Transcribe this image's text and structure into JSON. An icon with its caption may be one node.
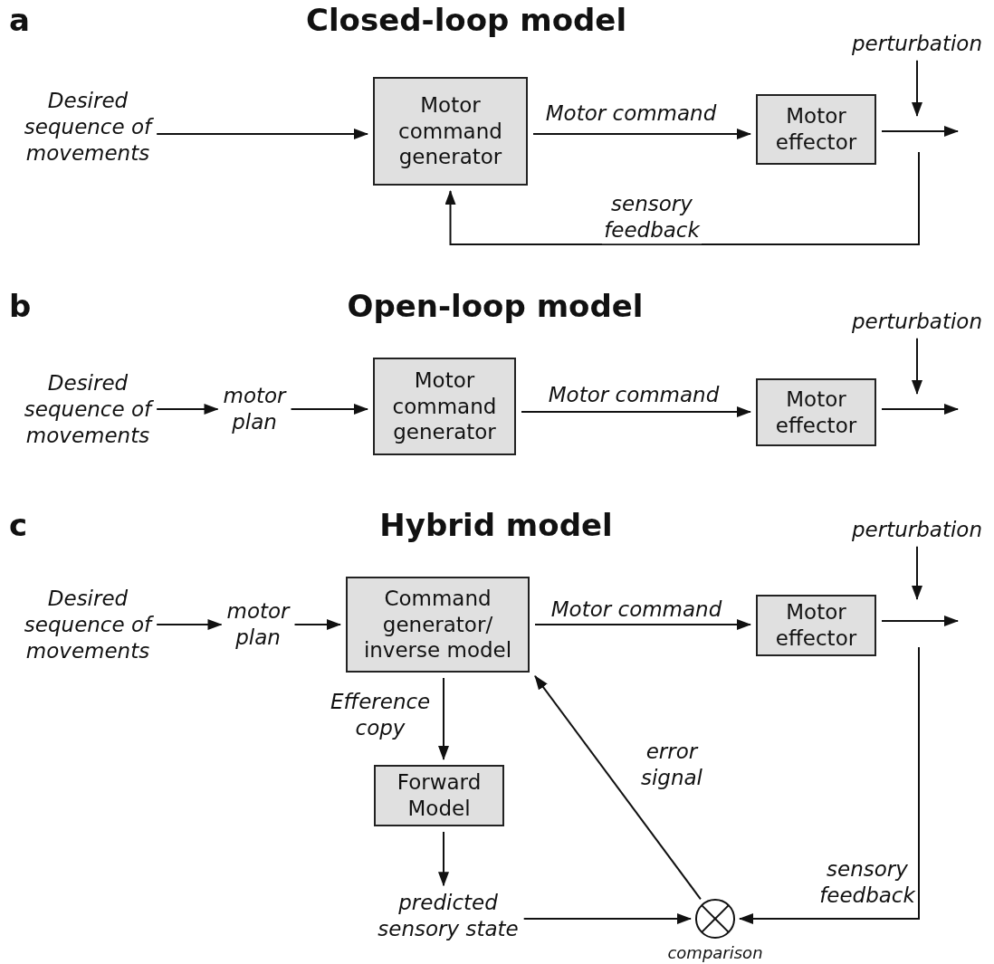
{
  "diagram": {
    "nodes": [
      {
        "text": [
          "Desired sequence of movements"
        ]
      },
      {
        "text": [
          "Motor command generator"
        ]
      },
      {
        "text": [
          "Motor effector"
        ]
      },
      {
        "text": [
          "perturbation"
        ]
      },
      {
        "text": [
          "Desired sequence of movements"
        ]
      },
      {
        "text": [
          "motor plan"
        ]
      },
      {
        "text": [
          "Motor command generator"
        ]
      },
      {
        "text": [
          "Motor effector"
        ]
      },
      {
        "text": [
          "perturbation"
        ]
      },
      {
        "text": [
          "Desired sequence of movements"
        ]
      },
      {
        "text": [
          "motor plan"
        ]
      },
      {
        "text": [
          "Command generator/ inverse model"
        ]
      },
      {
        "text": [
          "Motor effector"
        ]
      },
      {
        "text": [
          "perturbation"
        ]
      },
      {
        "text": [
          "Forward Model"
        ]
      },
      {
        "text": [
          "predicted sensory state"
        ]
      },
      {
        "text": [],
        "shape": "circle",
        "beside": [
          "comparison"
        ]
      }
    ],
    "edges": [
      {
        "from": 0,
        "to": 1,
        "arrow": "to"
      },
      {
        "from": 1,
        "to": 2,
        "arrow": "to",
        "label": "Motor command"
      },
      {
        "from": 2,
        "to": null,
        "arrow": "to"
      },
      {
        "from": 3,
        "to": null,
        "arrow": "to"
      },
      {
        "from": null,
        "to": 1,
        "arrow": "to",
        "label": "sensory feedback"
      },
      {
        "from": 4,
        "to": 5,
        "arrow": "to"
      },
      {
        "from": 5,
        "to": 6,
        "arrow": "to"
      },
      {
        "from": 6,
        "to": 7,
        "arrow": "to",
        "label": "Motor command"
      },
      {
        "from": 7,
        "to": null,
        "arrow": "to"
      },
      {
        "from": 8,
        "to": null,
        "arrow": "to"
      },
      {
        "from": 9,
        "to": 10,
        "arrow": "to"
      },
      {
        "from": 10,
        "to": 11,
        "arrow": "to"
      },
      {
        "from": 11,
        "to": 12,
        "arrow": "to",
        "label": "Motor command"
      },
      {
        "from": 12,
        "to": null,
        "arrow": "to"
      },
      {
        "from": 13,
        "to": null,
        "arrow": "to"
      },
      {
        "from": 11,
        "to": 14,
        "arrow": "to",
        "label": "Efference copy"
      },
      {
        "from": 14,
        "to": 15,
        "arrow": "to"
      },
      {
        "from": 15,
        "to": 16,
        "arrow": "to"
      },
      {
        "from": null,
        "to": 16,
        "arrow": "to",
        "label": "sensory feedback"
      },
      {
        "from": 16,
        "to": 11,
        "arrow": "to",
        "label": "error signal"
      }
    ],
    "labels": [
      "a",
      "Closed-loop model",
      "b",
      "Open-loop model",
      "c",
      "Hybrid model"
    ]
  }
}
